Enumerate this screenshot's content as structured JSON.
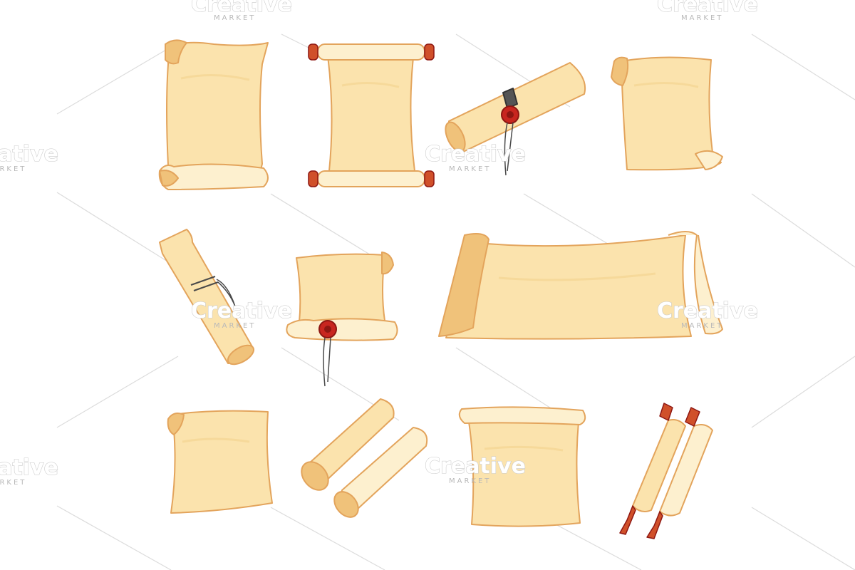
{
  "illustration": {
    "background": "#ffffff",
    "palette": {
      "paper": "#fbe3ad",
      "paper_light": "#fdf0cf",
      "paper_shade": "#f0c27a",
      "outline": "#e3a45c",
      "wax": "#c8261f",
      "wax_dark": "#8e1712",
      "handle": "#d0502a",
      "cord": "#4a4a4a"
    },
    "items": [
      {
        "id": "tall-scroll",
        "icon": "tall-scroll-icon"
      },
      {
        "id": "scroll-red-rods",
        "icon": "scroll-with-rods-icon"
      },
      {
        "id": "rolled-scroll-seal",
        "icon": "sealed-rolled-scroll-icon"
      },
      {
        "id": "curled-sheet",
        "icon": "curled-paper-icon"
      },
      {
        "id": "tied-scroll",
        "icon": "tied-scroll-icon"
      },
      {
        "id": "sealed-sheet",
        "icon": "sealed-paper-icon"
      },
      {
        "id": "wide-banner",
        "icon": "banner-scroll-icon"
      },
      {
        "id": "curved-sheet",
        "icon": "curved-paper-icon"
      },
      {
        "id": "double-rolled",
        "icon": "double-rolled-scroll-icon"
      },
      {
        "id": "square-sheet",
        "icon": "square-paper-icon"
      },
      {
        "id": "torah-scroll",
        "icon": "double-rod-scroll-icon"
      }
    ]
  },
  "watermark": {
    "brand": "Creative",
    "sub": "MARKET"
  }
}
